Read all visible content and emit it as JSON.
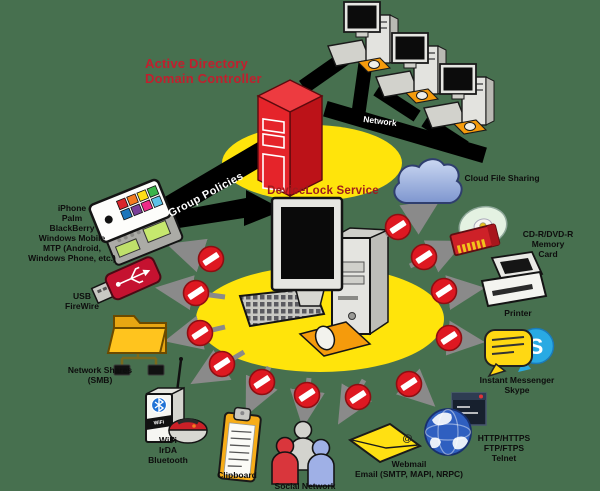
{
  "background_color": "#47704F",
  "header": {
    "ad_title": "Active Directory\nDomain Controller",
    "devicelock_service": "DeviceLock Service",
    "group_policies": "Group Policies",
    "network": "Network"
  },
  "peripherals": [
    {
      "id": "mobile-devices",
      "label": "iPhone\nPalm\nBlackBerry\nWindows Mobile\nMTP (Android,\nWindows Phone, etc.)"
    },
    {
      "id": "usb-firewire",
      "label": "USB\nFireWire"
    },
    {
      "id": "network-shares",
      "label": "Network Shares\n(SMB)"
    },
    {
      "id": "wifi-irda-bluetooth",
      "label": "WiFi\nIrDA\nBluetooth"
    },
    {
      "id": "clipboard",
      "label": "Clipboard"
    },
    {
      "id": "social-network",
      "label": "Social Network"
    },
    {
      "id": "webmail",
      "label": "Webmail\nEmail (SMTP, MAPI, NRPC)"
    },
    {
      "id": "http-ftp-telnet",
      "label": "HTTP/HTTPS\nFTP/FTPS\nTelnet"
    },
    {
      "id": "instant-messenger",
      "label": "Instant Messenger\nSkype"
    },
    {
      "id": "printer",
      "label": "Printer"
    },
    {
      "id": "cd-dvd-memory-card",
      "label": "CD-R/DVD-R\nMemory Card"
    },
    {
      "id": "cloud-file-sharing",
      "label": "Cloud File Sharing"
    }
  ],
  "icons": {
    "skype_letter": "S",
    "at_symbol": "@",
    "wifi_router_label": "WiFi"
  },
  "colors": {
    "accent_yellow": "#FFE40B",
    "server_red": "#E5242A",
    "prohibition_red": "#DE1821",
    "arrow_gray": "#8A8A8A",
    "title_red": "#C11F2E",
    "devicelock_red": "#9E1B1E"
  }
}
